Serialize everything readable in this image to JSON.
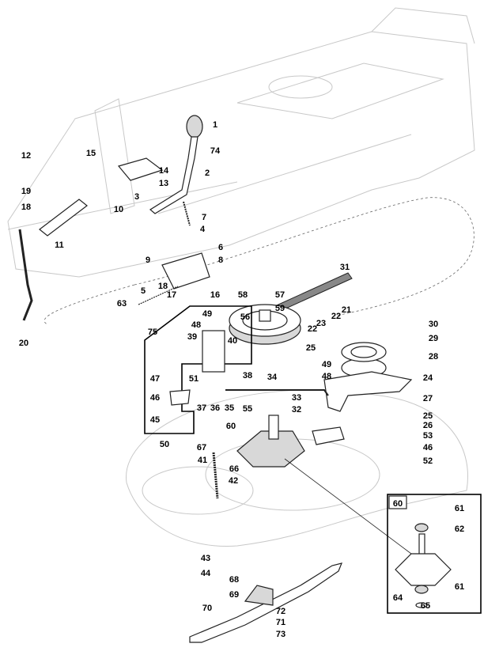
{
  "diagram": {
    "callouts": [
      "1",
      "74",
      "2",
      "15",
      "14",
      "12",
      "13",
      "19",
      "18",
      "3",
      "7",
      "10",
      "11",
      "4",
      "9",
      "6",
      "8",
      "5",
      "18",
      "17",
      "16",
      "63",
      "20",
      "31",
      "58",
      "57",
      "59",
      "56",
      "21",
      "22",
      "23",
      "22",
      "25",
      "30",
      "29",
      "28",
      "75",
      "49",
      "48",
      "39",
      "40",
      "38",
      "34",
      "49",
      "48",
      "24",
      "27",
      "47",
      "51",
      "46",
      "37",
      "36",
      "35",
      "33",
      "32",
      "25",
      "26",
      "45",
      "55",
      "60",
      "53",
      "46",
      "52",
      "50",
      "67",
      "41",
      "66",
      "42",
      "61",
      "62",
      "61",
      "64",
      "65",
      "43",
      "44",
      "68",
      "69",
      "70",
      "72",
      "71",
      "73"
    ],
    "detail_box_label": "60"
  }
}
